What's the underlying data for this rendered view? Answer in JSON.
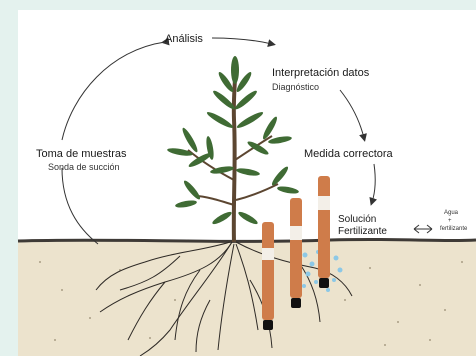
{
  "labels": {
    "analysis": "Análisis",
    "interpretation": "Interpretación datos",
    "diagnosis": "Diagnóstico",
    "sampling": "Toma de muestras",
    "suction_probe": "Sonda de succión",
    "corrective": "Medida correctora",
    "solution_line1": "Solución",
    "solution_line2": "Fertilizante",
    "water_line1": "Agua",
    "water_line2": "+",
    "water_line3": "fertilizante"
  },
  "colors": {
    "page_background": "#e4f2ee",
    "panel_background": "#ffffff",
    "soil": "#ece3cd",
    "soil_surface": "#3e3a36",
    "foliage": "#3f6b34",
    "stem": "#5c4631",
    "roots": "#2e2a26",
    "probe_tube": "#cf7c4a",
    "probe_band": "#f3efe8",
    "probe_tip": "#111111",
    "water_drops": "#8cc8e6",
    "arrows": "#333333"
  },
  "icons": [
    "cycle-arrow-icon",
    "plant-icon",
    "suction-probe-icon",
    "water-drop-icon",
    "bidirectional-arrow-icon"
  ]
}
